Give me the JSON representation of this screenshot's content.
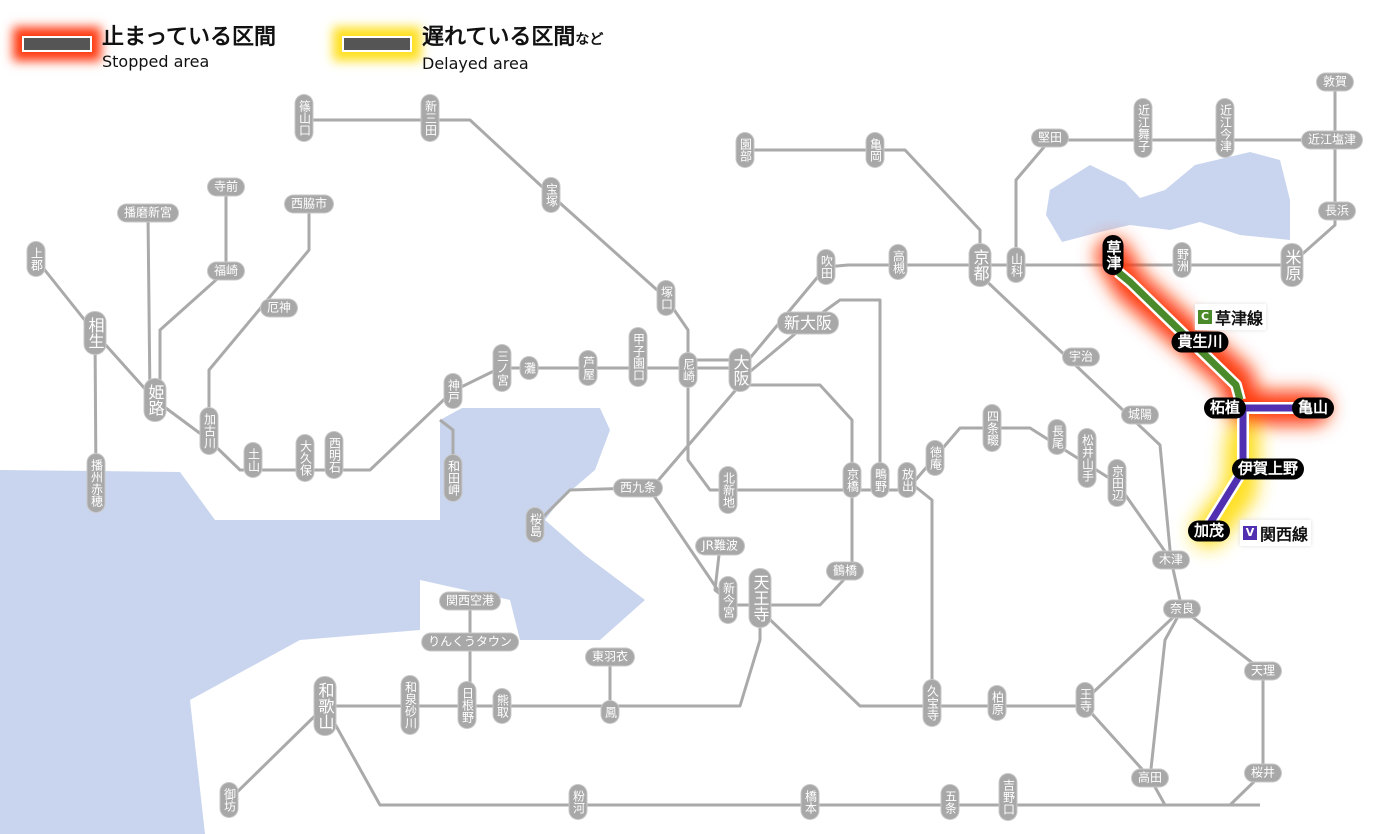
{
  "legend": {
    "stopped": {
      "ja": "止まっている区間",
      "en": "Stopped area",
      "color": "#ff3a10"
    },
    "delayed": {
      "ja": "遅れている区間",
      "ja_suffix": "など",
      "en": "Delayed area",
      "color": "#ffe020"
    }
  },
  "lines": {
    "kusatsu": {
      "badge": "C",
      "name": "草津線",
      "color": "#4a8a2a"
    },
    "kansai": {
      "badge": "V",
      "name": "関西線",
      "color": "#5030b0"
    }
  },
  "colors": {
    "water": "#c9d5ee",
    "track": "#aaaaaa",
    "station": "#a8a8a8"
  },
  "stations": [
    "篠山口",
    "新三田",
    "宝塚",
    "寺前",
    "播磨新宮",
    "西脇市",
    "上郡",
    "福崎",
    "厄神",
    "相生",
    "姫路",
    "加古川",
    "土山",
    "大久保",
    "西明石",
    "神戸",
    "和田岬",
    "播州赤穂",
    "三ノ宮",
    "灘",
    "芦屋",
    "甲子園口",
    "塚口",
    "尼崎",
    "大阪",
    "園部",
    "亀岡",
    "吹田",
    "高槻",
    "京都",
    "山科",
    "新大阪",
    "堅田",
    "近江舞子",
    "近江今津",
    "敦賀",
    "近江塩津",
    "長浜",
    "米原",
    "野洲",
    "宇治",
    "城陽",
    "四条畷",
    "徳庵",
    "放出",
    "鴫野",
    "京橋",
    "長尾",
    "松井山手",
    "京田辺",
    "北新地",
    "西九条",
    "桜島",
    "JR難波",
    "新今宮",
    "天王寺",
    "鶴橋",
    "関西空港",
    "りんくうタウン",
    "東羽衣",
    "鳳",
    "熊取",
    "日根野",
    "和泉砂川",
    "和歌山",
    "御坊",
    "粉河",
    "橋本",
    "五条",
    "吉野口",
    "木津",
    "奈良",
    "天理",
    "桜井",
    "高田",
    "王寺",
    "柏原",
    "久宝寺"
  ],
  "affected_stations": [
    "草津",
    "貴生川",
    "柘植",
    "亀山",
    "伊賀上野",
    "加茂"
  ]
}
